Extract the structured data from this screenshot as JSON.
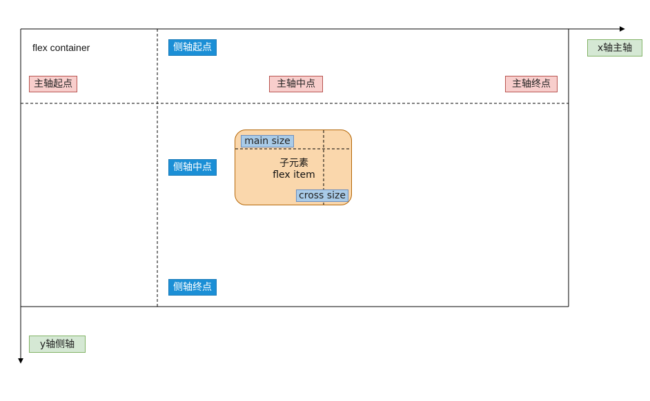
{
  "labels": {
    "container": "flex container",
    "cross_start": "侧轴起点",
    "cross_center": "侧轴中点",
    "cross_end": "侧轴终点",
    "main_start": "主轴起点",
    "main_center": "主轴中点",
    "main_end": "主轴终点",
    "x_axis": "x轴主轴",
    "y_axis": "y轴侧轴"
  },
  "item": {
    "title": "子元素",
    "subtitle": "flex item",
    "main_size": "main size",
    "cross_size": "cross size"
  },
  "colors": {
    "cross_label_bg": "#1b8fd6",
    "main_label_bg": "#f8cecc",
    "axis_label_bg": "#d5e8d4",
    "item_bg": "#fad7ac",
    "item_border": "#b46504",
    "size_label_bg": "#a9cbe8"
  }
}
